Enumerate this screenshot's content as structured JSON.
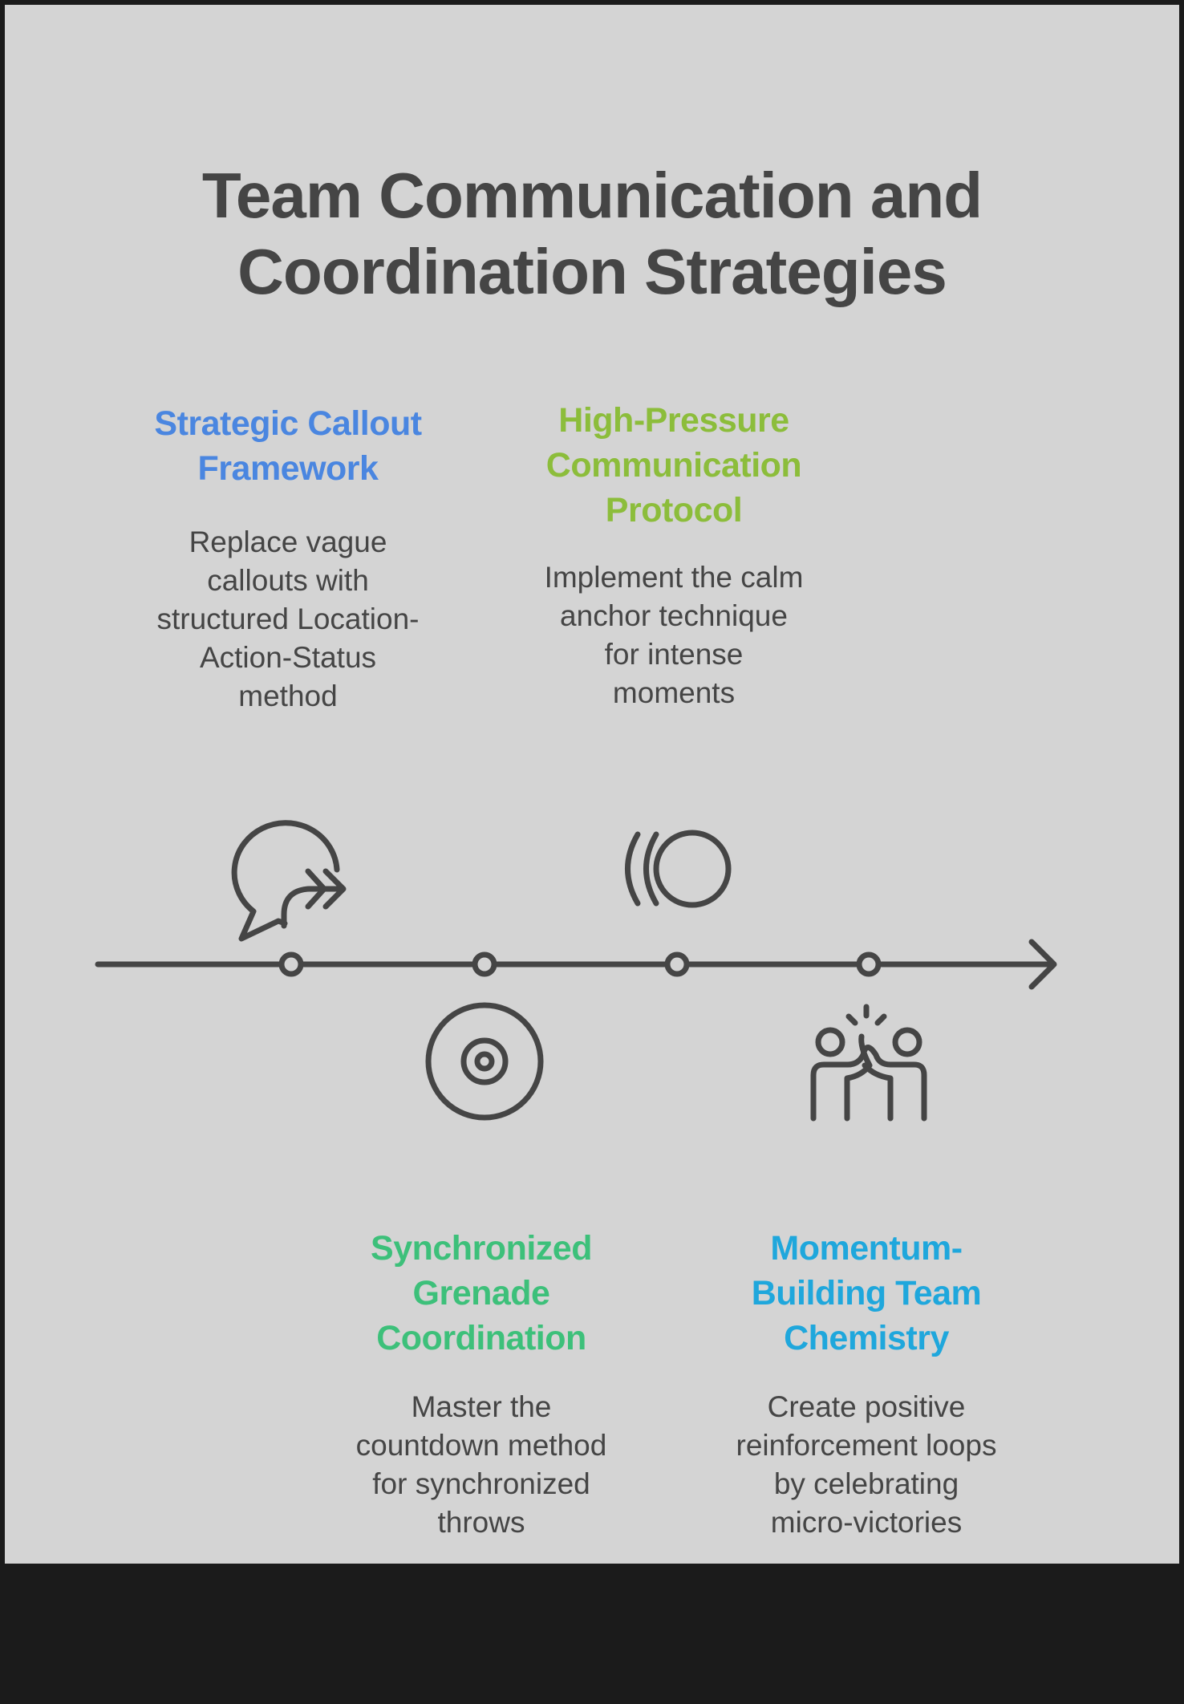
{
  "title": {
    "lines": [
      "Team Communication and",
      "Coordination Strategies"
    ]
  },
  "colors": {
    "background": "#d4d4d4",
    "ink": "#454545",
    "outer": "#1b1b1b"
  },
  "items": [
    {
      "title": [
        "Strategic Callout",
        "Framework"
      ],
      "color": "#4a86e0",
      "icon": "speech-bubble-forward-icon",
      "desc": [
        "Replace vague",
        "callouts with",
        "structured Location-",
        "Action-Status",
        "method"
      ]
    },
    {
      "title": [
        "Synchronized",
        "Grenade",
        "Coordination"
      ],
      "color": "#3dc07a",
      "icon": "target-icon",
      "desc": [
        "Master the",
        "countdown method",
        "for synchronized",
        "throws"
      ]
    },
    {
      "title": [
        "High-Pressure",
        "Communication",
        "Protocol"
      ],
      "color": "#8cbd3b",
      "icon": "calm-waves-icon",
      "desc": [
        "Implement the calm",
        "anchor technique",
        "for intense",
        "moments"
      ]
    },
    {
      "title": [
        "Momentum-",
        "Building Team",
        "Chemistry"
      ],
      "color": "#1fa7dc",
      "icon": "high-five-icon",
      "desc": [
        "Create positive",
        "reinforcement loops",
        "by celebrating",
        "micro-victories"
      ]
    }
  ]
}
